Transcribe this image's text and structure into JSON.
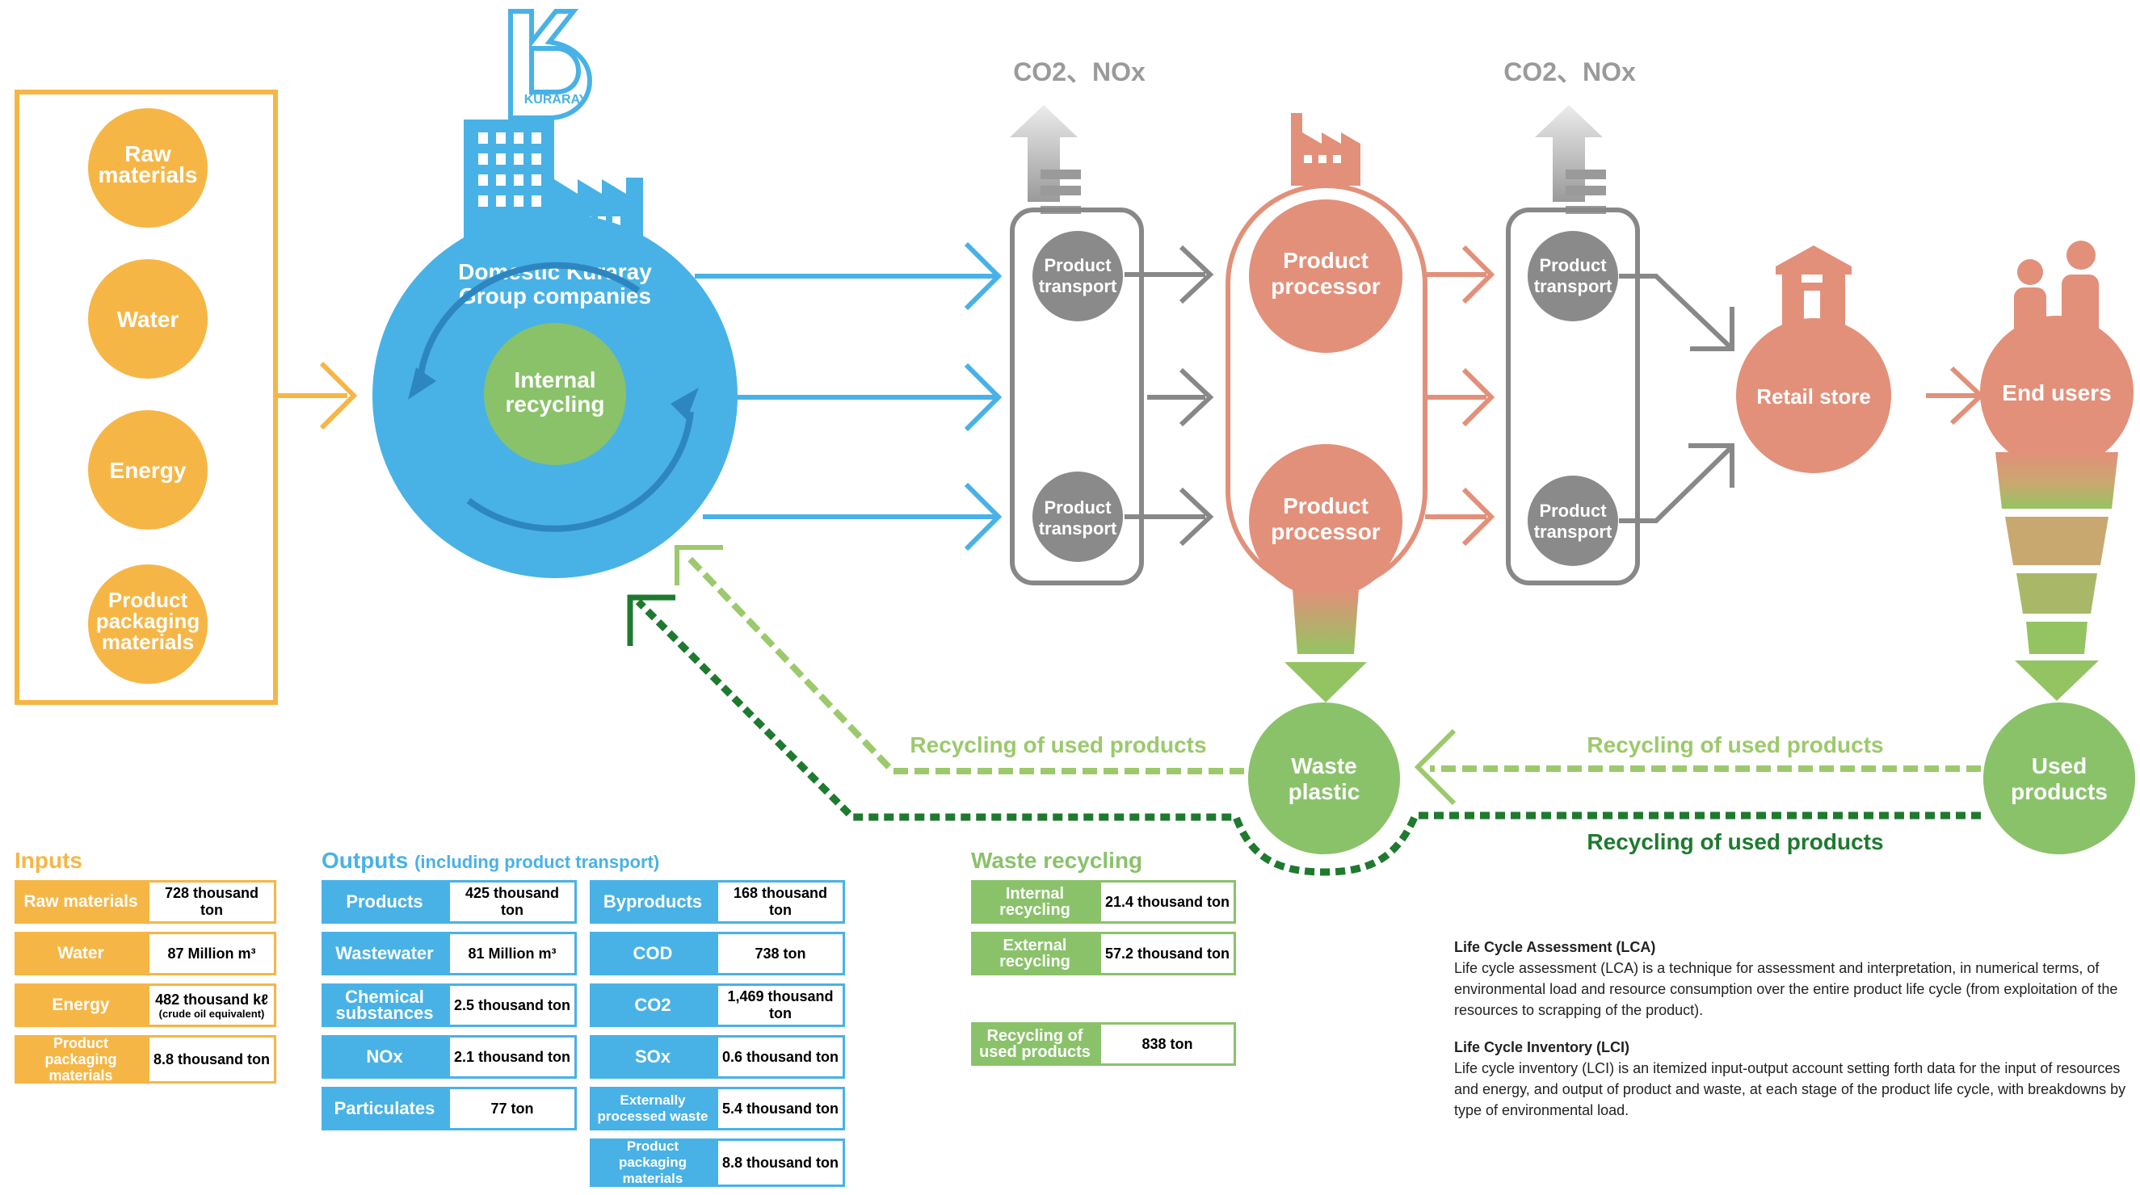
{
  "kuraray_logo_text": "KURARAY",
  "emissions": [
    "CO2、NOx",
    "CO2、NOx"
  ],
  "input_circles": [
    "Raw materials",
    "Water",
    "Energy",
    "Product packaging materials"
  ],
  "kuraray_circle": {
    "title": "Domestic Kuraray Group companies",
    "inner": "Internal recycling"
  },
  "transport_label": "Product transport",
  "processor_label": "Product processor",
  "retail_label": "Retail store",
  "end_users_label": "End users",
  "waste_plastic_label": "Waste plastic",
  "used_products_label": "Used products",
  "recycling_label": "Recycling of used products",
  "inputs": {
    "title": "Inputs",
    "rows": [
      {
        "label": "Raw materials",
        "value": "728 thousand ton"
      },
      {
        "label": "Water",
        "value": "87 Million m³"
      },
      {
        "label": "Energy",
        "value": "482 thousand kℓ",
        "note": "(crude oil equivalent)"
      },
      {
        "label": "Product packaging materials",
        "value": "8.8 thousand ton"
      }
    ]
  },
  "outputs": {
    "title": "Outputs",
    "subtitle": "(including product transport)",
    "col1": [
      {
        "label": "Products",
        "value": "425 thousand ton"
      },
      {
        "label": "Wastewater",
        "value": "81 Million m³"
      },
      {
        "label": "Chemical substances",
        "value": "2.5 thousand ton"
      },
      {
        "label": "NOx",
        "value": "2.1 thousand ton"
      },
      {
        "label": "Particulates",
        "value": "77 ton"
      }
    ],
    "col2": [
      {
        "label": "Byproducts",
        "value": "168 thousand ton"
      },
      {
        "label": "COD",
        "value": "738 ton"
      },
      {
        "label": "CO2",
        "value": "1,469 thousand ton"
      },
      {
        "label": "SOx",
        "value": "0.6 thousand ton"
      },
      {
        "label": "Externally processed waste",
        "value": "5.4 thousand ton"
      },
      {
        "label": "Product packaging materials",
        "value": "8.8 thousand ton"
      }
    ]
  },
  "waste_recycling": {
    "title": "Waste recycling",
    "rows": [
      {
        "label": "Internal recycling",
        "value": "21.4 thousand ton"
      },
      {
        "label": "External recycling",
        "value": "57.2 thousand ton"
      }
    ],
    "used": {
      "label": "Recycling of used products",
      "value": "838 ton"
    }
  },
  "lca": {
    "heading": "Life Cycle Assessment (LCA)",
    "text": "Life cycle assessment (LCA) is a technique for assessment and interpretation, in numerical terms, of environmental load and resource consumption over the entire product life cycle (from exploitation of the resources to scrapping of the product)."
  },
  "lci": {
    "heading": "Life Cycle Inventory (LCI)",
    "text": "Life cycle inventory (LCI) is an itemized input-output account setting forth data for the input of resources and energy, and output of product and waste, at each stage of the product life cycle, with breakdowns by type of environmental load."
  },
  "colors": {
    "orange": "#F6B646",
    "blue": "#48B2E6",
    "salmon": "#E2907A",
    "grey": "#888888",
    "green": "#8AC26A",
    "dark_green": "#1E7A2E",
    "light_green": "#9CC96C"
  }
}
